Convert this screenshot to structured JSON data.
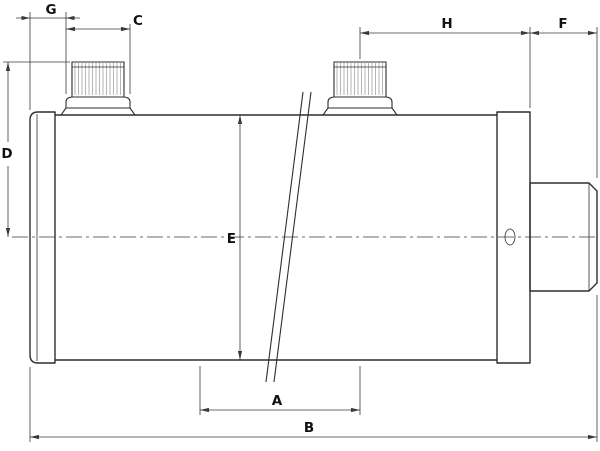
{
  "drawing": {
    "description": "Technical dimension drawing of a double-acting hydraulic cylinder, side view with break lines",
    "colors": {
      "background": "#ffffff",
      "line": "#2f2f2f",
      "dim": "#3a3a3a",
      "text": "#111111"
    },
    "labels": {
      "A": "A",
      "B": "B",
      "C": "C",
      "D": "D",
      "E": "E",
      "F": "F",
      "G": "G",
      "H": "H"
    }
  }
}
